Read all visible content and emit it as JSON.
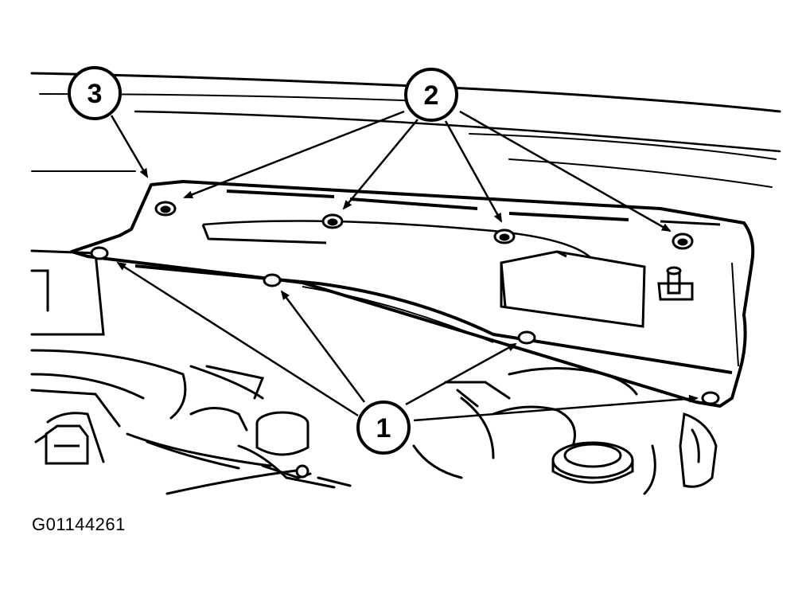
{
  "figure": {
    "code": "G01144261"
  },
  "callouts": [
    {
      "label": "1"
    },
    {
      "label": "2"
    },
    {
      "label": "3"
    }
  ],
  "colors": {
    "ink": "#000000",
    "paper": "#ffffff"
  }
}
